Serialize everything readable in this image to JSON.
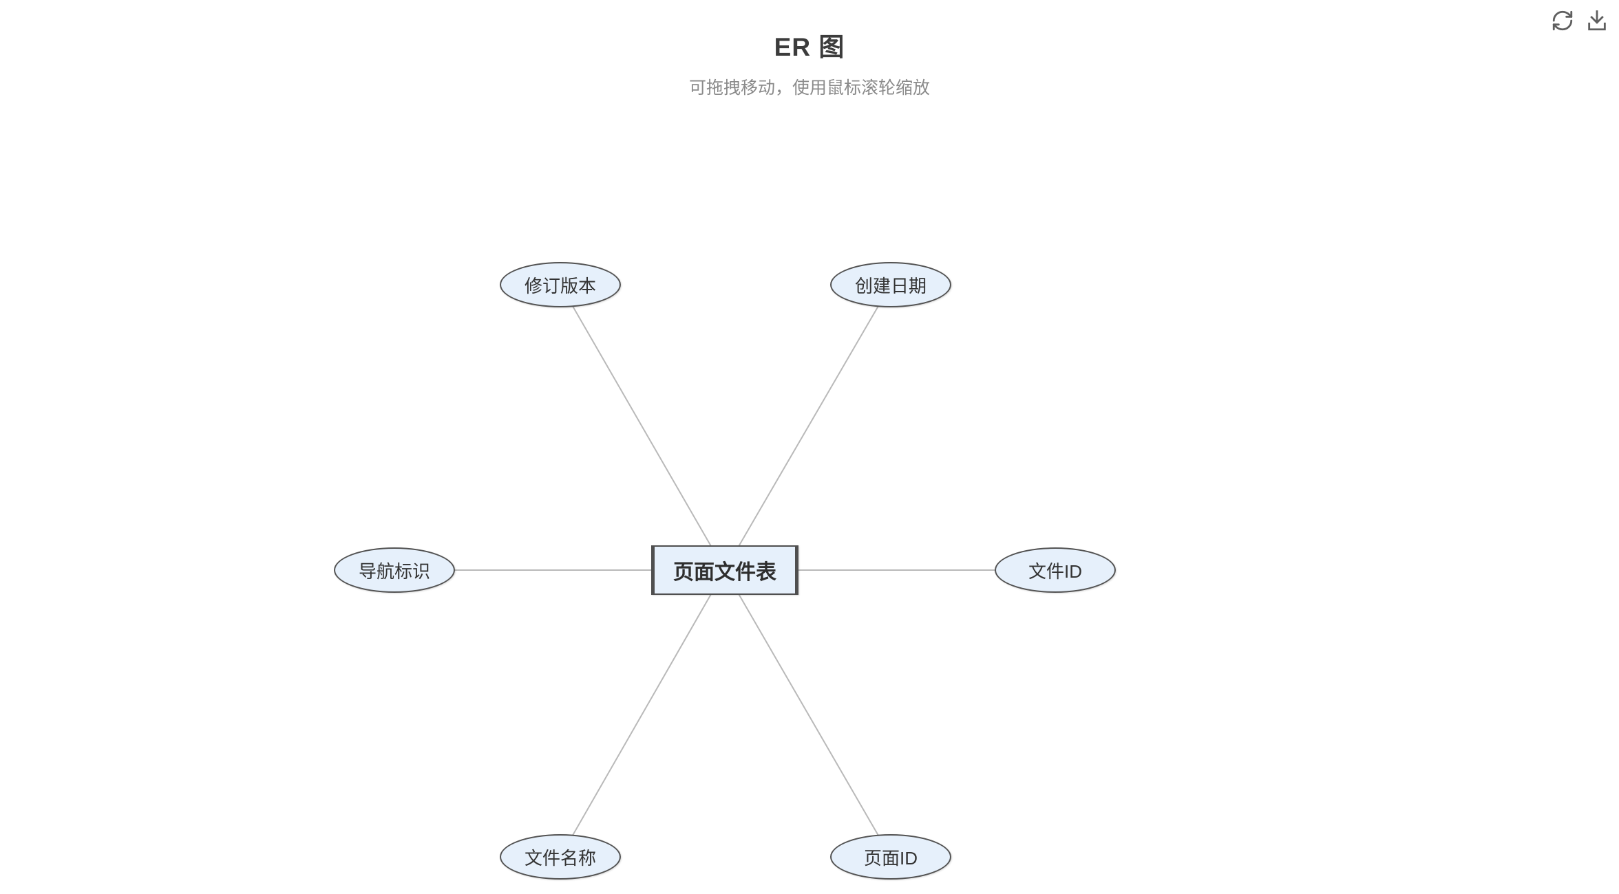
{
  "header": {
    "title": "ER 图",
    "subtitle": "可拖拽移动，使用鼠标滚轮缩放"
  },
  "toolbar": {
    "icons": [
      "refresh-icon",
      "download-icon"
    ]
  },
  "diagram": {
    "entity": {
      "label": "页面文件表"
    },
    "attributes": [
      {
        "label": "修订版本"
      },
      {
        "label": "创建日期"
      },
      {
        "label": "导航标识"
      },
      {
        "label": "文件ID"
      },
      {
        "label": "文件名称"
      },
      {
        "label": "页面ID"
      }
    ],
    "colors": {
      "node_fill": "#e6f0fb",
      "node_border": "#4f4f4f",
      "edge": "#b9b9b9",
      "title_text": "#3c3c3c",
      "subtitle_text": "#8a8a8a",
      "icon": "#5f5f5f"
    }
  }
}
